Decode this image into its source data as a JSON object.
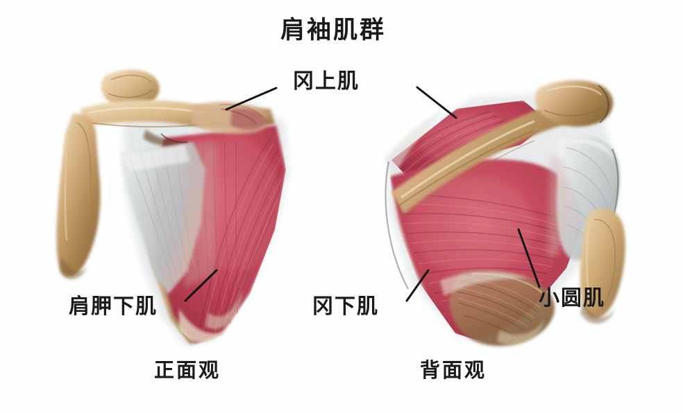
{
  "figure": {
    "title": "肩袖肌群",
    "background_color": "#fdfefe",
    "text_color": "#1a1a1a"
  },
  "labels": {
    "supraspinatus": "冈上肌",
    "subscapularis": "肩胛下肌",
    "infraspinatus": "冈下肌",
    "teres_minor": "小圆肌"
  },
  "captions": {
    "anterior": "正面观",
    "posterior": "背面观"
  },
  "icons": {
    "leader_line_supraspinatus_left": "leader-line-icon",
    "leader_line_supraspinatus_right": "leader-line-icon",
    "leader_line_subscapularis": "leader-line-icon",
    "leader_line_infraspinatus": "leader-line-icon",
    "leader_line_teres_minor": "leader-line-icon"
  },
  "palette": {
    "muscle_red": "#c1455a",
    "muscle_red_deep": "#9b2f44",
    "muscle_red_light": "#d86a78",
    "tendon_grey": "#c8ccce",
    "tendon_white": "#e6e8e8",
    "bone_tan": "#ceaa79",
    "bone_tan_dark": "#9d7a4c",
    "bone_cream": "#e8d4ae",
    "leader_black": "#141414"
  },
  "specimens": [
    {
      "name": "anterior-shoulder-specimen",
      "view": "正面观",
      "structures": [
        "clavicle",
        "coracoid-process",
        "subscapularis-muscle",
        "subscapular-tendon",
        "scapula-body",
        "humerus"
      ]
    },
    {
      "name": "posterior-shoulder-specimen",
      "view": "背面观",
      "structures": [
        "supraspinatus-muscle",
        "scapular-spine",
        "infraspinatus-muscle",
        "teres-minor-muscle",
        "infraspinatus-tendon",
        "humerus-head",
        "acromion"
      ]
    }
  ]
}
